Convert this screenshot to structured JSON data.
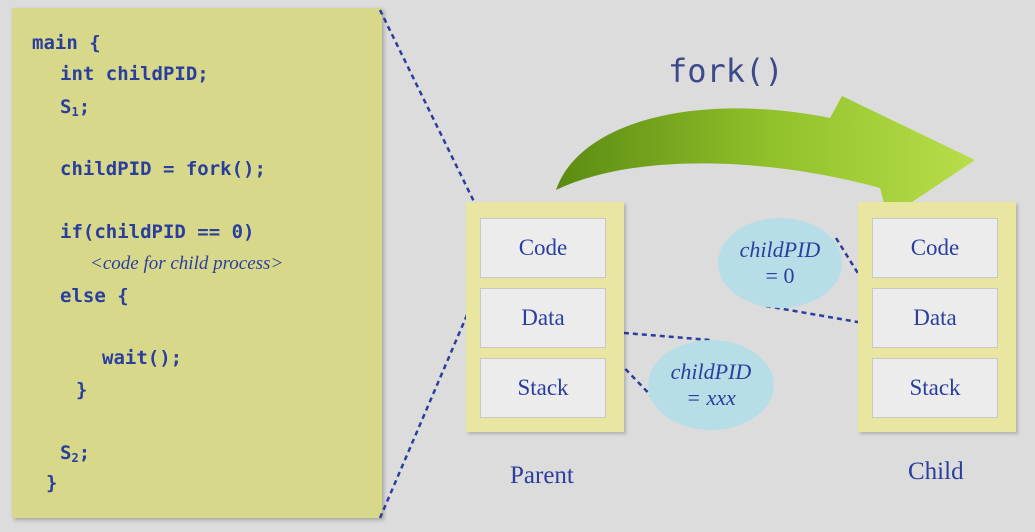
{
  "code": {
    "line_main": "main {",
    "line_decl": "int childPID;",
    "line_s1_text": "S",
    "line_s1_sub": "1",
    "line_s1_end": ";",
    "line_fork": "childPID = fork();",
    "line_if": "if(childPID == 0)",
    "line_child_comment": "<code for child process>",
    "line_else": "else {",
    "line_wait": "wait();",
    "line_close_inner": "}",
    "line_s2_text": "S",
    "line_s2_sub": "2",
    "line_s2_end": ";",
    "line_close_main": "}"
  },
  "fork_label": "fork()",
  "parent": {
    "label": "Parent",
    "segments": [
      "Code",
      "Data",
      "Stack"
    ]
  },
  "child": {
    "label": "Child",
    "segments": [
      "Code",
      "Data",
      "Stack"
    ]
  },
  "parent_bubble": {
    "name": "childPID",
    "value": "= xxx"
  },
  "child_bubble": {
    "name": "childPID",
    "value": "= 0"
  },
  "colors": {
    "code_bg": "#d8d88a",
    "text": "#2a3e9e",
    "arrow_light": "#a6d13a",
    "arrow_dark": "#5b8a12",
    "bubble": "#b7dee6",
    "stack_bg": "#e9e6a2"
  }
}
